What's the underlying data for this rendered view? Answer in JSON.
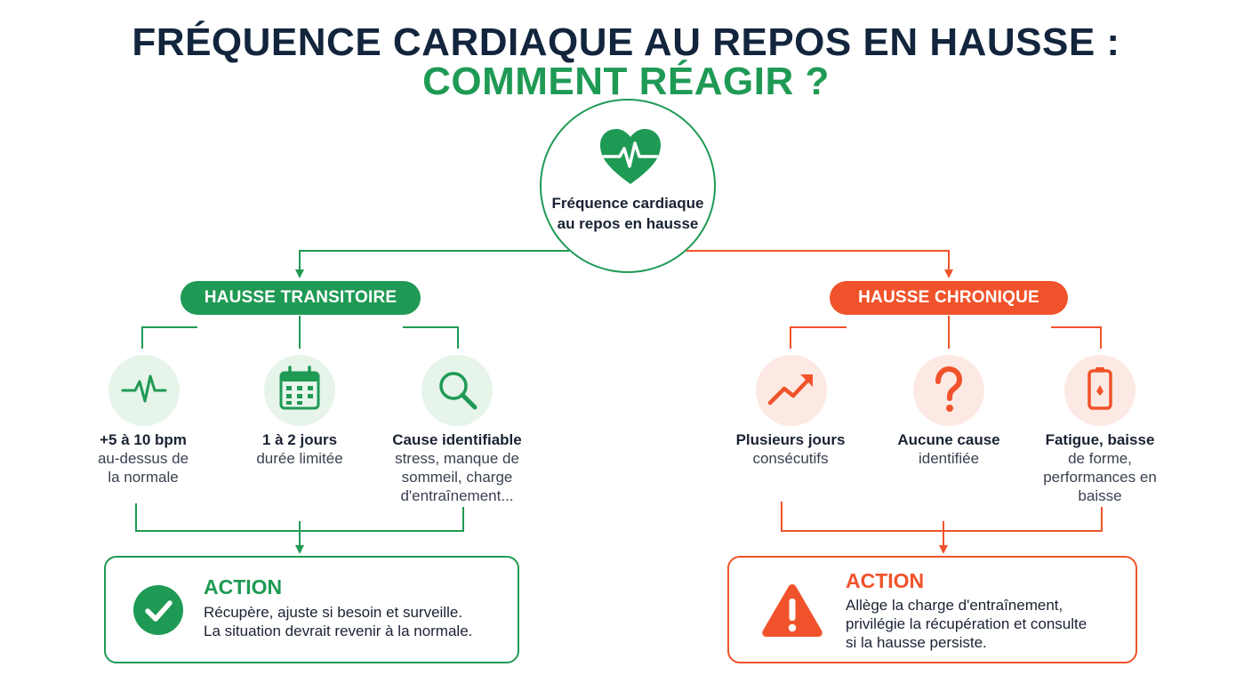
{
  "title": {
    "line1": "FRÉQUENCE CARDIAQUE AU REPOS EN HAUSSE :",
    "line2": "COMMENT RÉAGIR ?"
  },
  "root": {
    "label": "Fréquence cardiaque\nau repos en hausse",
    "icon": "heart-pulse-icon"
  },
  "colors": {
    "green": "#1f9a55",
    "red": "#f0532b",
    "navy": "#13253d",
    "green_light": "#e6f4ea",
    "red_light": "#fde9e3"
  },
  "transitory": {
    "label": "HAUSSE TRANSITOIRE",
    "items": [
      {
        "icon": "pulse-icon",
        "title": "+5 à 10 bpm",
        "desc": "au-dessus de\nla normale"
      },
      {
        "icon": "calendar-icon",
        "title": "1 à 2 jours",
        "desc": "durée limitée"
      },
      {
        "icon": "magnifier-icon",
        "title": "Cause identifiable",
        "desc": "stress, manque de\nsommeil, charge\nd'entraînement..."
      }
    ],
    "action": {
      "icon": "check-circle-icon",
      "heading": "ACTION",
      "text": "Récupère, ajuste si besoin et surveille.\nLa situation devrait revenir à la normale."
    }
  },
  "chronic": {
    "label": "HAUSSE CHRONIQUE",
    "items": [
      {
        "icon": "trend-up-icon",
        "title": "Plusieurs jours",
        "desc": "consécutifs"
      },
      {
        "icon": "question-mark-icon",
        "title": "Aucune cause",
        "desc": "identifiée"
      },
      {
        "icon": "low-battery-icon",
        "title": "Fatigue, baisse",
        "desc": "de forme,\nperformances en\nbaisse"
      }
    ],
    "action": {
      "icon": "warning-icon",
      "heading": "ACTION",
      "text": "Allège la charge d'entraînement,\nprivilégie la récupération et consulte\nsi la hausse persiste."
    }
  }
}
